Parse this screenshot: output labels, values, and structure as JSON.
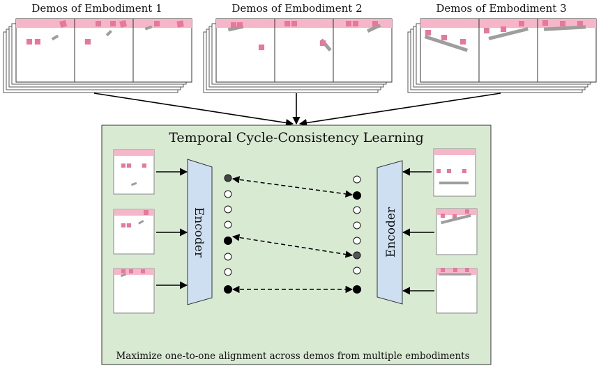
{
  "groups": [
    {
      "label": "Demos of Embodiment 1"
    },
    {
      "label": "Demos of Embodiment 2"
    },
    {
      "label": "Demos of Embodiment 3"
    }
  ],
  "tcc": {
    "title": "Temporal Cycle-Consistency Learning",
    "encoder_left": "Encoder",
    "encoder_right": "Encoder",
    "caption": "Maximize one-to-one alignment across demos from multiple embodiments"
  },
  "colors": {
    "panel_bg": "#d9ead3",
    "encoder_fill": "#cfdff2",
    "block_pink": "#e8779c",
    "bar_pink": "#f5b6c9",
    "gripper_gray": "#9e9e9e"
  }
}
